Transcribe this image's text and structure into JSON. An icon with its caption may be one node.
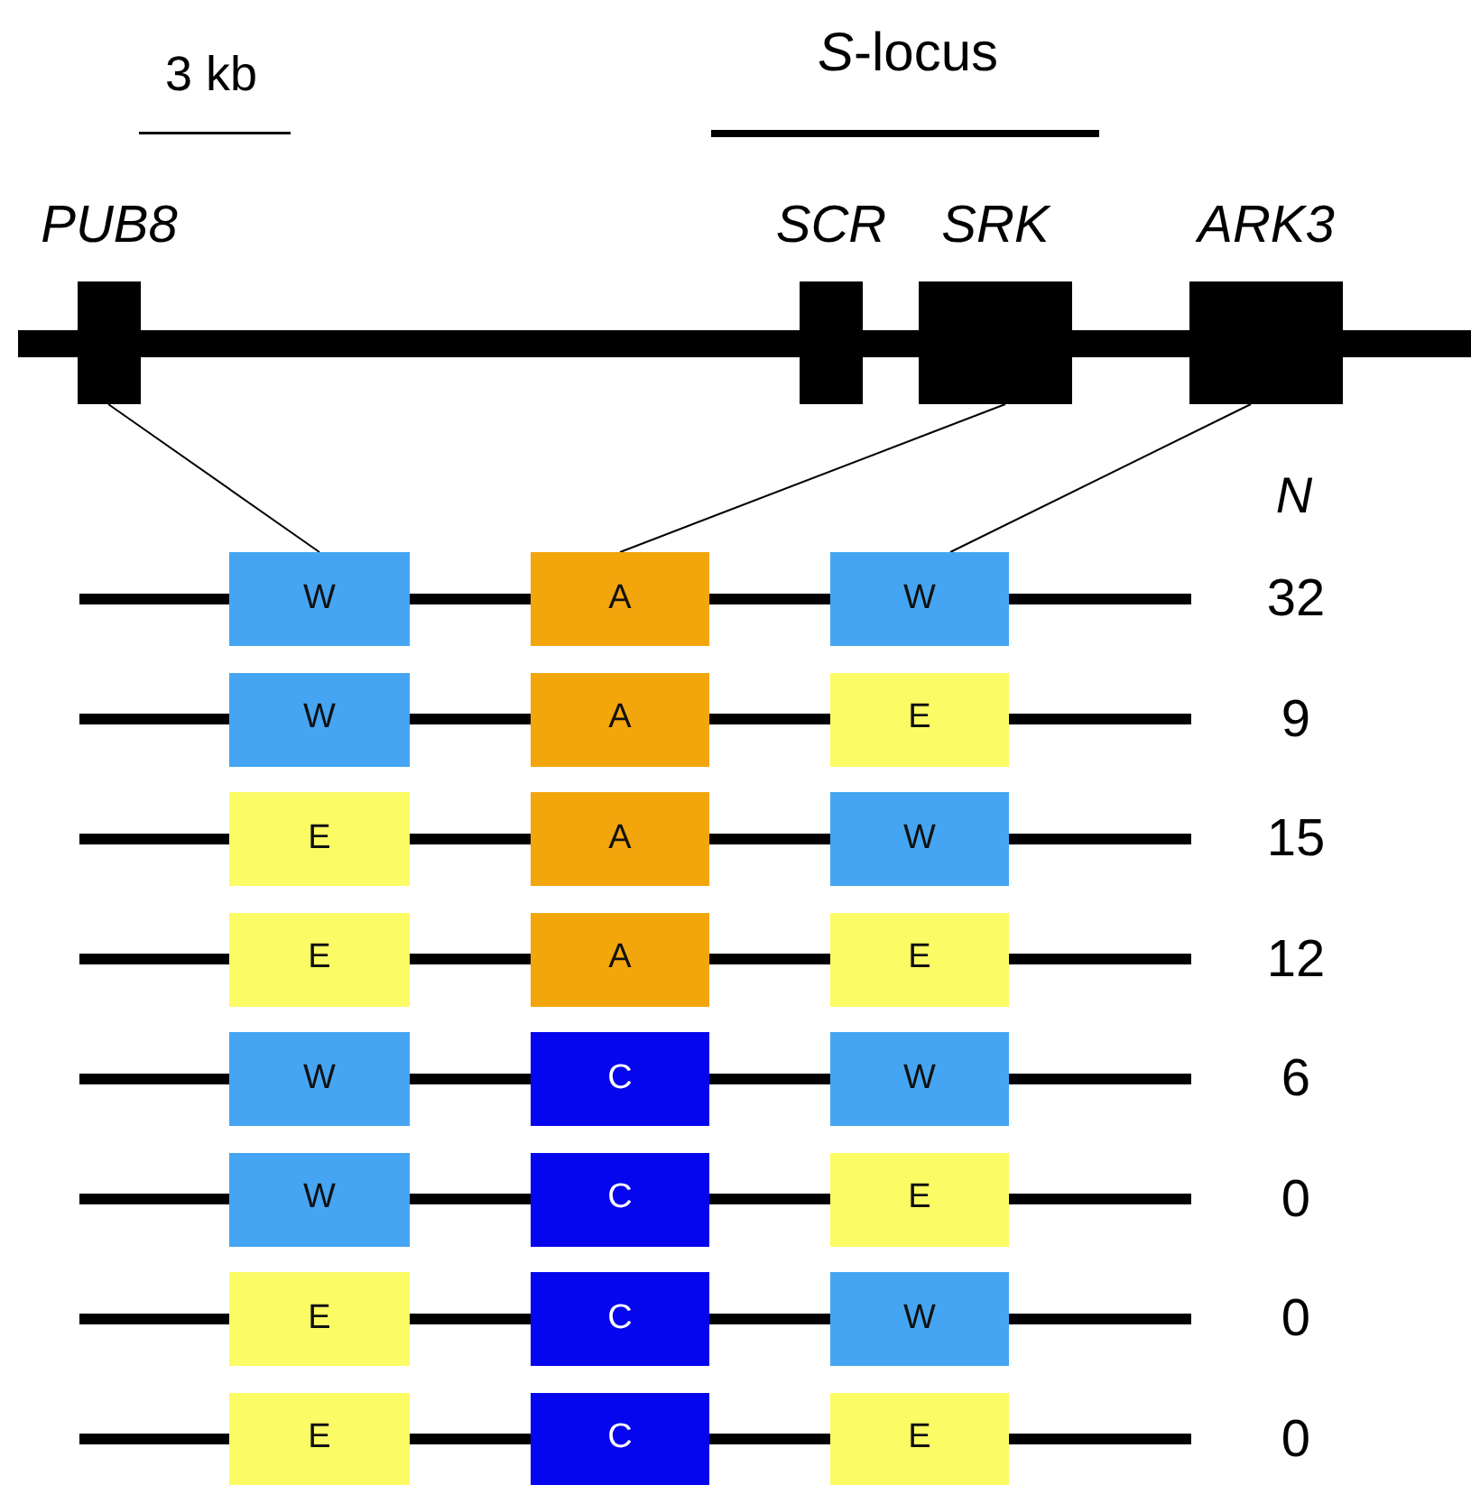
{
  "diagram": {
    "nodes": [
      {
        "text": [
          "PUB8"
        ]
      },
      {
        "text": [
          "SCR"
        ]
      },
      {
        "text": [
          "SRK"
        ]
      },
      {
        "text": [
          "ARK3"
        ]
      },
      {
        "text": [
          "W"
        ]
      },
      {
        "text": [
          "A"
        ]
      },
      {
        "text": [
          "W"
        ]
      },
      {
        "text": [
          "W"
        ]
      },
      {
        "text": [
          "A"
        ]
      },
      {
        "text": [
          "E"
        ]
      },
      {
        "text": [
          "E"
        ]
      },
      {
        "text": [
          "A"
        ]
      },
      {
        "text": [
          "W"
        ]
      },
      {
        "text": [
          "E"
        ]
      },
      {
        "text": [
          "A"
        ]
      },
      {
        "text": [
          "E"
        ]
      },
      {
        "text": [
          "W"
        ]
      },
      {
        "text": [
          "C"
        ]
      },
      {
        "text": [
          "W"
        ]
      },
      {
        "text": [
          "W"
        ]
      },
      {
        "text": [
          "C"
        ]
      },
      {
        "text": [
          "E"
        ]
      },
      {
        "text": [
          "E"
        ]
      },
      {
        "text": [
          "C"
        ]
      },
      {
        "text": [
          "W"
        ]
      },
      {
        "text": [
          "E"
        ]
      },
      {
        "text": [
          "C"
        ]
      },
      {
        "text": [
          "E"
        ]
      }
    ],
    "edges": [
      {
        "from": 0,
        "to": 4,
        "arrow": "none"
      },
      {
        "from": 2,
        "to": 5,
        "arrow": "none"
      },
      {
        "from": 3,
        "to": 6,
        "arrow": "none"
      }
    ],
    "labels": [
      "3 kb",
      "*S*-locus",
      "N",
      "32",
      "9",
      "15",
      "12",
      "6",
      "0",
      "0",
      "0"
    ]
  }
}
